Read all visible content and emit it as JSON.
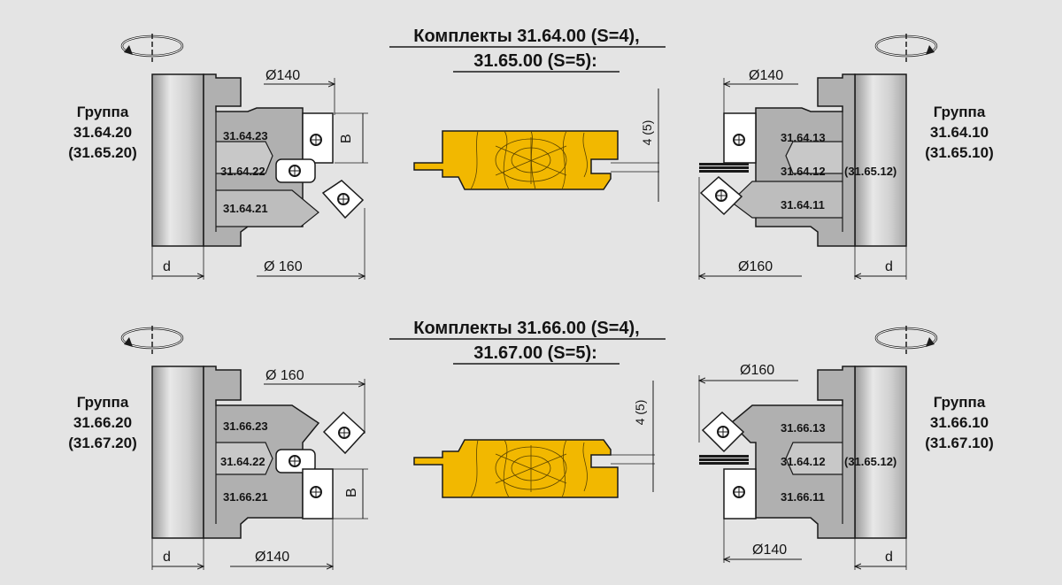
{
  "kits": [
    {
      "title_line1": "Комплекты 31.64.00 (S=4),",
      "title_line2": "31.65.00 (S=5):",
      "thickness_label": "4 (5)"
    },
    {
      "title_line1": "Комплекты 31.66.00 (S=4),",
      "title_line2": "31.67.00 (S=5):",
      "thickness_label": "4 (5)"
    }
  ],
  "groups": {
    "top_left": {
      "line1": "Группа",
      "line2": "31.64.20",
      "line3": "(31.65.20)"
    },
    "top_right": {
      "line1": "Группа",
      "line2": "31.64.10",
      "line3": "(31.65.10)"
    },
    "bottom_left": {
      "line1": "Группа",
      "line2": "31.66.20",
      "line3": "(31.67.20)"
    },
    "bottom_right": {
      "line1": "Группа",
      "line2": "31.66.10",
      "line3": "(31.67.10)"
    }
  },
  "parts": {
    "top_left": [
      "31.64.23",
      "31.64.22",
      "31.64.21"
    ],
    "top_right": [
      "31.64.13",
      "31.64.12",
      "31.64.11"
    ],
    "top_right_alt": "(31.65.12)",
    "bottom_left": [
      "31.66.23",
      "31.64.22",
      "31.66.21"
    ],
    "bottom_right": [
      "31.66.13",
      "31.64.12",
      "31.66.11"
    ],
    "bottom_right_alt": "(31.65.12)"
  },
  "dims": {
    "top_left": {
      "upper": "Ø140",
      "lower": "Ø 160",
      "bore": "d",
      "height": "B"
    },
    "top_right": {
      "upper": "Ø140",
      "lower": "Ø160",
      "bore": "d"
    },
    "bottom_left": {
      "upper": "Ø 160",
      "lower": "Ø140",
      "bore": "d",
      "height": "B"
    },
    "bottom_right": {
      "upper": "Ø160",
      "lower": "Ø140",
      "bore": "d"
    }
  },
  "colors": {
    "background": "#e4e4e4",
    "steel": "#b0b0b0",
    "shaft": "#d2d2d2",
    "insert": "#ffffff",
    "wood": "#f2b800",
    "line": "#1a1a1a"
  }
}
